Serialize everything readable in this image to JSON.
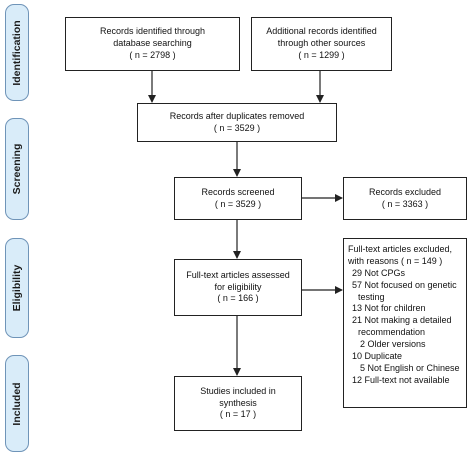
{
  "phases": {
    "identification": "Identification",
    "screening": "Screening",
    "eligibility": "Eligibility",
    "included": "Included"
  },
  "boxes": {
    "database": {
      "line1": "Records identified through",
      "line2": "database searching",
      "line3": "( n = 2798 )"
    },
    "other_sources": {
      "line1": "Additional records identified",
      "line2": "through other sources",
      "line3": "( n = 1299 )"
    },
    "duplicates_removed": {
      "line1": "Records after duplicates removed",
      "line2": "( n = 3529 )"
    },
    "screened": {
      "line1": "Records screened",
      "line2": "( n = 3529 )"
    },
    "excluded": {
      "line1": "Records excluded",
      "line2": "( n = 3363 )"
    },
    "fulltext": {
      "line1": "Full-text articles assessed",
      "line2": "for eligibility",
      "line3": "( n = 166 )"
    },
    "fulltext_excluded": {
      "line1": "Full-text articles excluded,",
      "line2": "with reasons ( n = 149 )",
      "reasons": [
        "29 Not CPGs",
        "57 Not focused on genetic",
        "testing",
        "13 Not for children",
        "21 Not making a detailed",
        "recommendation",
        "2 Older versions",
        "10 Duplicate",
        "5 Not English or Chinese",
        "12 Full-text not available"
      ]
    },
    "included": {
      "line1": "Studies included in",
      "line2": "synthesis",
      "line3": "( n = 17 )"
    }
  }
}
